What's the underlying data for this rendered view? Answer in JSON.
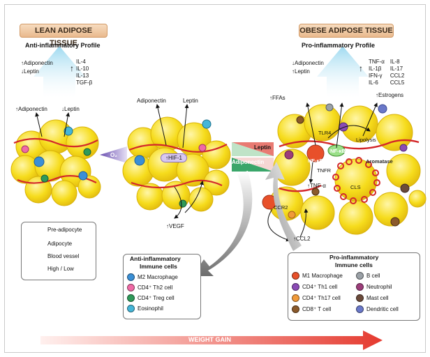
{
  "lean": {
    "banner": "LEAN ADIPOSE TISSUE",
    "profile_title": "Anti-inflammatory Profile",
    "profile_left": [
      "Adiponectin",
      "Leptin"
    ],
    "cytokines": [
      "IL-4",
      "IL-10",
      "IL-13",
      "TGF-β"
    ],
    "cluster_labels": [
      "Adiponectin",
      "Leptin"
    ],
    "o2": "O₂"
  },
  "middle": {
    "adiponectin": "Adiponectin",
    "leptin": "Leptin",
    "hif": "HIF-1",
    "vegf": "VEGF"
  },
  "gradient_bar": {
    "leptin": "Leptin",
    "adiponectin": "Adiponectin"
  },
  "obese": {
    "banner": "OBESE ADIPOSE TISSUE",
    "profile_title": "Pro-inflammatory Profile",
    "profile_left": [
      "Adiponectin",
      "Leptin"
    ],
    "cytokines_col1": [
      "TNF-α",
      "IL-1β",
      "IFN-γ",
      "IL-6"
    ],
    "cytokines_col2": [
      "IL-8",
      "IL-17",
      "CCL2",
      "CCL5"
    ],
    "ffas": "FFAs",
    "estrogens": "Estrogens",
    "tlr4": "TLR4",
    "nfkb": "NF-κB",
    "lipolysis": "Lipolysis",
    "aromatase": "Aromatase",
    "tnfr": "TNFR",
    "tnfa": "TNF-α",
    "cls": "CLS",
    "ccr2": "CCR2",
    "ccl2": "CCL2"
  },
  "legend": {
    "items": [
      "Pre-adipocyte",
      "Adipocyte",
      "Blood vessel",
      "High / Low"
    ]
  },
  "anti_box": {
    "title": [
      "Anti-inflammatory",
      "Immune cells"
    ],
    "items": [
      {
        "label": "M2 Macrophage",
        "color": "#3a8fd6"
      },
      {
        "label": "CD4⁺ Th2 cell",
        "color": "#f06aa6"
      },
      {
        "label": "CD4⁺ Treg cell",
        "color": "#2f9a5a"
      },
      {
        "label": "Eosinophil",
        "color": "#45b6d8"
      }
    ]
  },
  "pro_box": {
    "title": [
      "Pro-inflammatory",
      "Immune cells"
    ],
    "items": [
      {
        "label": "M1 Macrophage",
        "color": "#e8502a"
      },
      {
        "label": "B cell",
        "color": "#9aa0a6"
      },
      {
        "label": "CD4⁺ Th1 cell",
        "color": "#8a4bb5"
      },
      {
        "label": "Neutrophil",
        "color": "#9c3d7a"
      },
      {
        "label": "CD4⁺ Th17 cell",
        "color": "#f09a3a"
      },
      {
        "label": "Mast cell",
        "color": "#6b4a3a"
      },
      {
        "label": "CD8⁺ T cell",
        "color": "#8b5a2b"
      },
      {
        "label": "Dendritic cell",
        "color": "#6a78c9"
      }
    ]
  },
  "footer": {
    "label": "WEIGHT GAIN"
  },
  "colors": {
    "adipocyte": "#f4dc1e",
    "banner": "#f2caa2",
    "arrow_red": "#e53a2f"
  }
}
